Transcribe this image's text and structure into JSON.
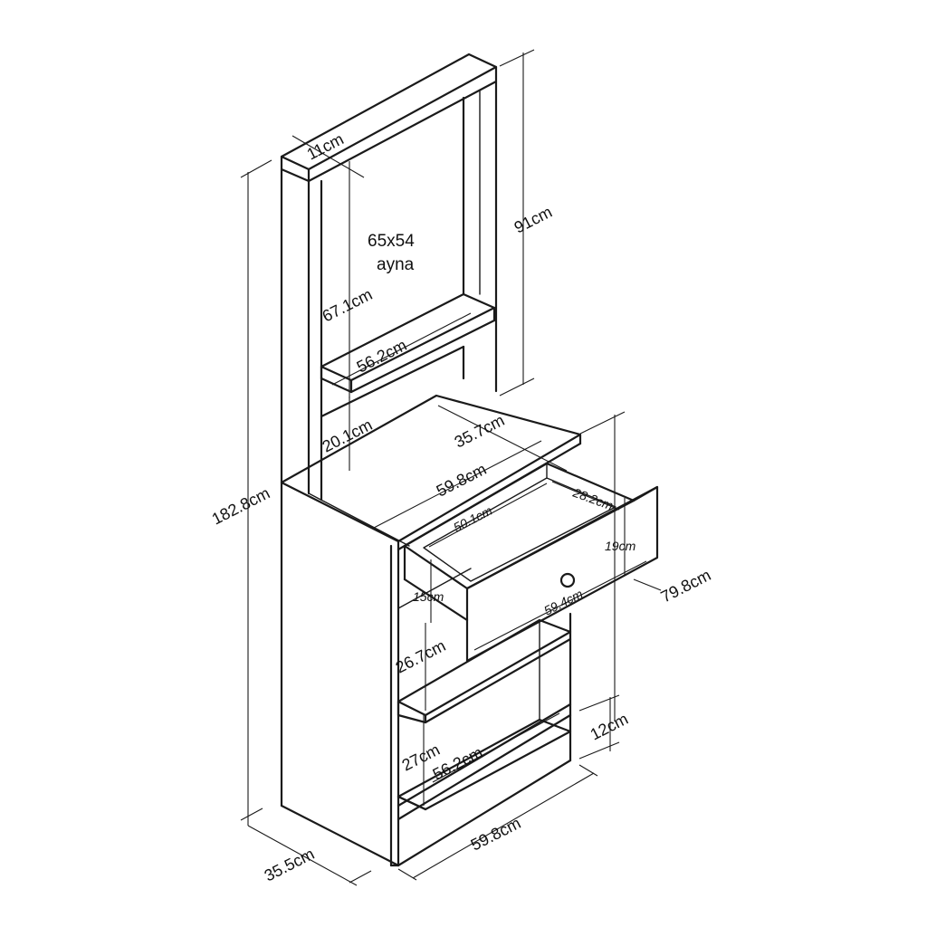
{
  "diagram": {
    "mirror_text": {
      "line1": "65x54",
      "line2": "ayna"
    },
    "dimensions": {
      "top_frame_width": "11cm",
      "mirror_height": "67.1cm",
      "mirror_section_height": "91cm",
      "mirror_shelf_width": "56.2cm",
      "mirror_shelf_gap": "20.1cm",
      "desk_depth": "35.7cm",
      "desk_width": "59.8cm",
      "total_height": "182.8cm",
      "drawer_inner_width": "50.1cm",
      "drawer_inner_depth": "28.2cm",
      "drawer_front_height": "19cm",
      "drawer_side_height": "15cm",
      "drawer_front_width": "59.4cm",
      "desk_height": "79.8cm",
      "open_shelf_height": "26.7cm",
      "base_height": "12cm",
      "bottom_shelf_height": "27cm",
      "bottom_shelf_width": "56.2cm",
      "base_width": "59.8cm",
      "base_depth": "35.5cm"
    }
  }
}
